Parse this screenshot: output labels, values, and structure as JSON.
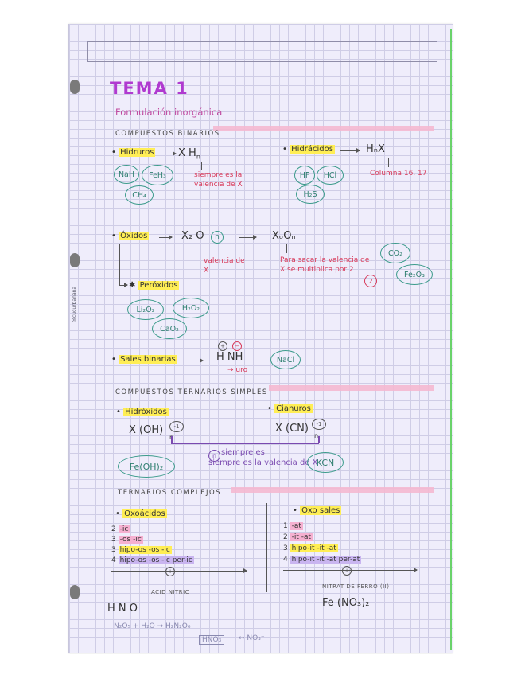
{
  "header": {
    "title": "TEMA 1",
    "subtitle": "Formulación inorgánica"
  },
  "binarios": {
    "section": "COMPUESTOS BINARIOS",
    "hidruros": {
      "label": "Hidruros",
      "formula": "X H",
      "sub": "n",
      "note": "siempre es la valencia de X",
      "examples": [
        "NaH",
        "FeH₃",
        "CH₄"
      ]
    },
    "hidracidos": {
      "label": "Hidrácidos",
      "formula": "HₙX",
      "note": "Columna 16, 17",
      "examples": [
        "HF",
        "HCl",
        "H₂S"
      ]
    },
    "oxidos": {
      "label": "Óxidos",
      "formula_left": "X₂ O",
      "formula_left_circle": "n",
      "formula_right": "XₒOₙ",
      "note_left": "valencia de X",
      "note_right": "Para sacar la valencia de X se multiplica por 2",
      "note_circle": "2",
      "examples": [
        "CO₂",
        "Fe₂O₃"
      ]
    },
    "peroxidos": {
      "label": "Peróxidos",
      "examples": [
        "Li₂O₂",
        "H₂O₂",
        "CaO₂"
      ]
    },
    "sales": {
      "label": "Sales binarias",
      "formula": "H NH",
      "note": "uro",
      "example": "NaCl"
    }
  },
  "ternarios_simples": {
    "section": "COMPUESTOS TERNARIOS SIMPLES",
    "hidroxidos": {
      "label": "Hidróxidos",
      "formula": "X (OH)",
      "charge": "-1",
      "sub": "n",
      "example": "Fe(OH)₂"
    },
    "cianuros": {
      "label": "Cianuros",
      "formula": "X (CN)",
      "charge": "-1",
      "sub": "n",
      "example": "KCN"
    },
    "note_circle": "n",
    "note": "siempre es la valencia de X"
  },
  "ternarios_complejos": {
    "section": "TERNARIOS COMPLEJOS",
    "oxoacidos": {
      "label": "Oxoácidos",
      "rows": [
        {
          "n": "2",
          "text": "-ic"
        },
        {
          "n": "3",
          "text": "-os -ic"
        },
        {
          "n": "3",
          "text": "hipo-os -os -ic"
        },
        {
          "n": "4",
          "text": "hipo-os -os -ic per-ic"
        }
      ],
      "bottom_label": "ACID NITRIC",
      "formula": "H N O",
      "formula_chain": "N₂O₅ + H₂O → H₂N₂O₆",
      "result": "HNO₃",
      "result_ion": "NO₃⁻"
    },
    "oxosales": {
      "label": "Oxo sales",
      "rows": [
        {
          "n": "1",
          "text": "-at"
        },
        {
          "n": "2",
          "text": "-it -at"
        },
        {
          "n": "3",
          "text": "hipo-it -it -at"
        },
        {
          "n": "4",
          "text": "hipo-it -it -at per-at"
        }
      ],
      "bottom_label": "NITRAT DE FERRO (II)",
      "formula": "Fe (NO₃)₂"
    }
  },
  "colors": {
    "title": "#b03ad0",
    "highlight": "#ffee55",
    "pink_bar": "#f4b8d0",
    "teal_circle": "#3a9a8a",
    "red_note": "#d83a5a",
    "purple_line": "#7a4ab0"
  }
}
